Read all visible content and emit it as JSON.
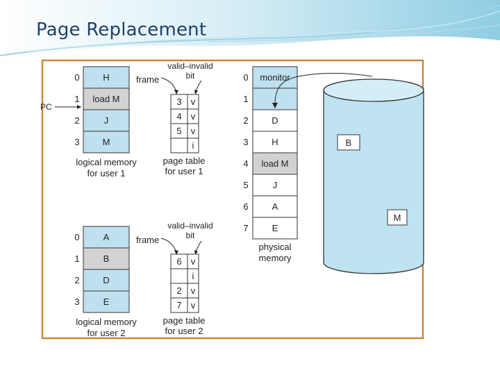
{
  "slide": {
    "title": "Page Replacement",
    "colors": {
      "title": "#1f3f6e",
      "frame_border": "#c8873a",
      "cell_blue": "#bfe0ef",
      "cell_gray": "#d2d2d2",
      "disk_fill": "#bfe3f0"
    }
  },
  "diagram": {
    "pc_label": "PC",
    "frame_label": "frame",
    "valid_invalid_label": [
      "valid–invalid",
      "bit"
    ],
    "user1": {
      "logical_memory": [
        {
          "index": "0",
          "content": "H"
        },
        {
          "index": "1",
          "content": "load M"
        },
        {
          "index": "2",
          "content": "J"
        },
        {
          "index": "3",
          "content": "M"
        }
      ],
      "logical_caption": [
        "logical memory",
        "for user 1"
      ],
      "page_table": [
        {
          "frame": "3",
          "bit": "v"
        },
        {
          "frame": "4",
          "bit": "v"
        },
        {
          "frame": "5",
          "bit": "v"
        },
        {
          "frame": "",
          "bit": "i"
        }
      ],
      "page_table_caption": [
        "page table",
        "for user 1"
      ]
    },
    "user2": {
      "logical_memory": [
        {
          "index": "0",
          "content": "A"
        },
        {
          "index": "1",
          "content": "B"
        },
        {
          "index": "2",
          "content": "D"
        },
        {
          "index": "3",
          "content": "E"
        }
      ],
      "logical_caption": [
        "logical memory",
        "for user 2"
      ],
      "page_table": [
        {
          "frame": "6",
          "bit": "v"
        },
        {
          "frame": "",
          "bit": "i"
        },
        {
          "frame": "2",
          "bit": "v"
        },
        {
          "frame": "7",
          "bit": "v"
        }
      ],
      "page_table_caption": [
        "page table",
        "for user 2"
      ]
    },
    "physical_memory": [
      {
        "index": "0",
        "content": "monitor"
      },
      {
        "index": "1",
        "content": ""
      },
      {
        "index": "2",
        "content": "D"
      },
      {
        "index": "3",
        "content": "H"
      },
      {
        "index": "4",
        "content": "load M"
      },
      {
        "index": "5",
        "content": "J"
      },
      {
        "index": "6",
        "content": "A"
      },
      {
        "index": "7",
        "content": "E"
      }
    ],
    "physical_caption": [
      "physical",
      "memory"
    ],
    "disk_blocks": [
      "B",
      "M"
    ]
  }
}
